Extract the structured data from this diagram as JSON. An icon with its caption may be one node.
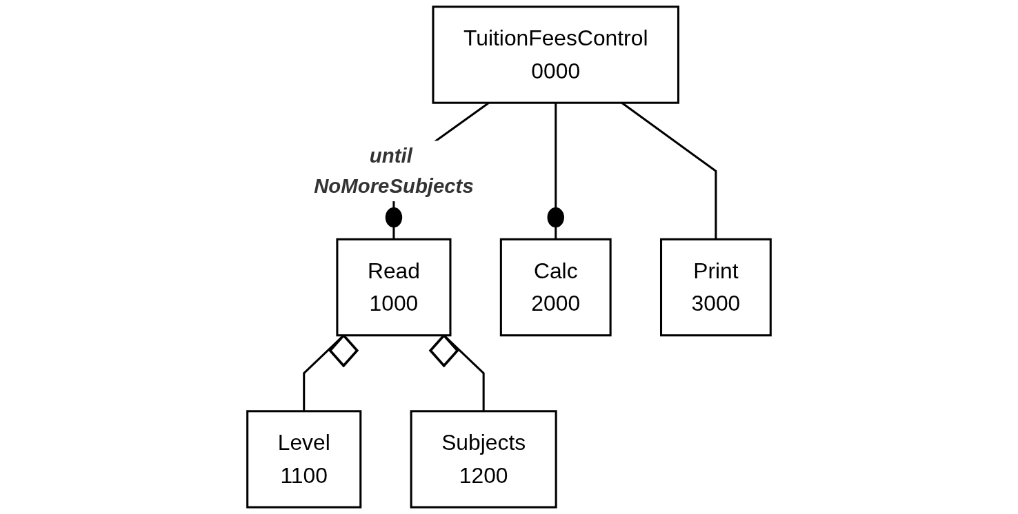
{
  "diagram": {
    "nodes": [
      {
        "text": [
          "TuitionFeesControl",
          "0000"
        ]
      },
      {
        "text": [
          "Read",
          "1000"
        ]
      },
      {
        "text": [
          "Calc",
          "2000"
        ]
      },
      {
        "text": [
          "Print",
          "3000"
        ]
      },
      {
        "text": [
          "Level",
          "1100"
        ]
      },
      {
        "text": [
          "Subjects",
          "1200"
        ]
      }
    ],
    "edges": [
      {
        "from": 0,
        "to": 1,
        "arrow": "other",
        "label": "until NoMoreSubjects"
      },
      {
        "from": 0,
        "to": 2,
        "arrow": "other"
      },
      {
        "from": 0,
        "to": 3,
        "arrow": "none"
      },
      {
        "from": 1,
        "to": 4,
        "arrow": "other"
      },
      {
        "from": 1,
        "to": 5,
        "arrow": "other"
      }
    ]
  }
}
